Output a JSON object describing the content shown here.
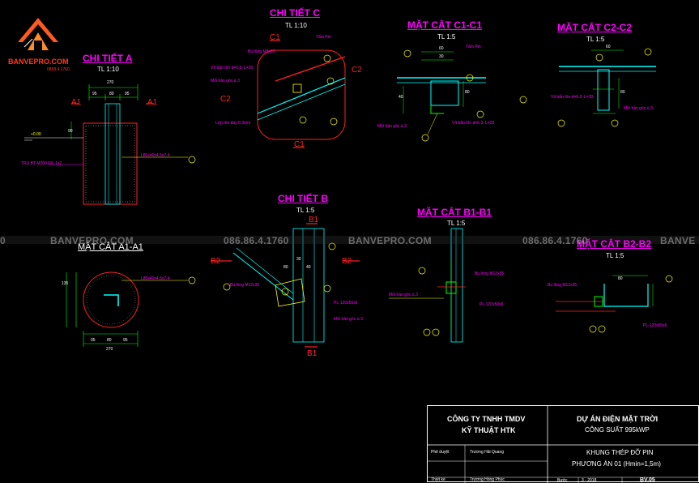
{
  "logo": {
    "brand": "BANVEPRO.COM",
    "phone": "0868.4.1760"
  },
  "details": {
    "chi_tiet_a": {
      "title": "CHI TIẾT A",
      "scale": "TL 1:10"
    },
    "chi_tiet_c": {
      "title": "CHI TIẾT C",
      "scale": "TL 1:10"
    },
    "chi_tiet_b": {
      "title": "CHI TIẾT B",
      "scale": "TL 1:5"
    },
    "mat_cat_c1": {
      "title": "MẶT CẮT C1-C1",
      "scale": "TL 1:5"
    },
    "mat_cat_c2": {
      "title": "MẶT CẮT C2-C2",
      "scale": "TL 1:5"
    },
    "mat_cat_b1": {
      "title": "MẶT CẮT B1-B1",
      "scale": "TL 1:5"
    },
    "mat_cat_b2": {
      "title": "MẶT CẮT B2-B2",
      "scale": "TL 1:5"
    },
    "mat_cat_a1": {
      "title": "MẶT CẮT A1-A1"
    }
  },
  "watermark": {
    "text1": "BANVEPRO.COM",
    "text2": "086.86.4.1760",
    "text3": "BANVEPRO.COM",
    "text4": "086.86.4.1760",
    "text5": "BANVE",
    "text6": "0"
  },
  "annotations": {
    "top_level": "+0.00",
    "post_note": "TRỤ BT M200 Đ/L 1x2",
    "angle_a": "L80x40x4.5x7.4",
    "angle_a1": "L80x40x4.5x7.4",
    "tam_pin_c": "Tấm Pin",
    "bu_long_c": "Bu lông M8x20",
    "vit_ban_ton_c": "Vít bắn tôn d=6.3; L=20",
    "moi_han_c": "Mối hàn góc ∆ 3",
    "lop_ton_c": "Lợp tôn dày 0.3mm",
    "tam_pin_c1": "Tấm Pin",
    "vit_c1": "Vít bắn tôn d=6.3; L=20",
    "moi_han_c1": "Mối hàn góc ∆ 3",
    "vit_c2": "Vít bắn tôn d=6.3; L=20",
    "moi_han_c2": "Mối hàn góc ∆ 3",
    "bu_long_b": "Bu lông M12x35",
    "pl_b": "PL-120x50x6",
    "moi_han_b": "Mối hàn góc ∆ 3",
    "bu_long_b1": "Bu lông M12x35",
    "pl_b1": "PL-120x50x6",
    "moi_han_b1": "Mối hàn góc ∆ 3",
    "bu_long_b2": "Bu lông M12x35",
    "pl_b2": "PL-120x50x6"
  },
  "dims": {
    "a_270": "270",
    "a_95a": "95",
    "a_80": "80",
    "a_95b": "95",
    "a_90": "90",
    "a1_270": "270",
    "a1_95a": "95",
    "a1_80": "80",
    "a1_95b": "95",
    "a1_135": "135",
    "c1_60": "60",
    "c1_30": "30",
    "c1_80": "80",
    "c1_40": "40",
    "c2_60": "60",
    "c2_80": "80",
    "b_30": "30",
    "b_80": "80",
    "b_40": "40",
    "b2_80": "80"
  },
  "section_marks": {
    "a1_left": "A1",
    "a1_right": "A1",
    "c1_top": "C1",
    "c1_bottom": "C1",
    "c2_left": "C2",
    "c2_right": "C2",
    "b1_top": "B1",
    "b1_bottom": "B1",
    "b2_left": "B2",
    "b2_right": "B2"
  },
  "title_block": {
    "company_line1": "CÔNG TY TNHH TMDV",
    "company_line2": "KỸ THUẬT HTK",
    "project_line1": "DỰ ÁN ĐIỆN MẶT TRỜI",
    "project_line2": "CÔNG SUẤT 995kWP",
    "approve_label": "Phê duyệt",
    "approve_name": "Trương Hải Quang",
    "design_label": "Thiết kế",
    "design_name": "Trương Hồng Phúc",
    "drawing_line1": "KHUNG THÉP ĐỠ PIN",
    "drawing_line2": "PHƯƠNG ÁN 01 (Hmin=1,5m)",
    "date_label": "Bước",
    "date_value": "3 - 2018",
    "sheet_no": "BV.05"
  },
  "colors": {
    "background": "#000000",
    "title": "#ff00ff",
    "line_cyan": "#00ffff",
    "line_green": "#00ff00",
    "line_yellow": "#ffff00",
    "line_red": "#ff2020"
  }
}
